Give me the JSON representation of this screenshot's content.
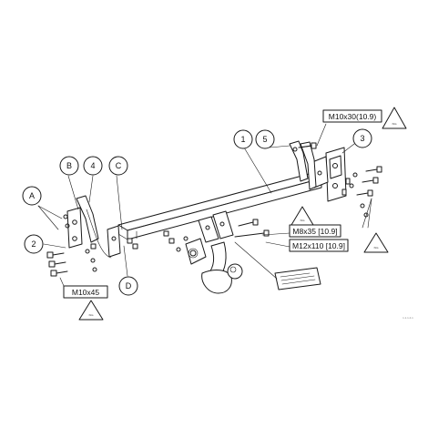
{
  "callouts": {
    "c1": "1",
    "c5": "5",
    "c3": "3",
    "cB": "B",
    "c4": "4",
    "cC": "C",
    "cA": "A",
    "c2": "2",
    "cD": "D"
  },
  "specs": {
    "top_right": "M10x30(10.9)",
    "mid_upper": "M8x35 [10.9]",
    "mid_lower": "M12x110 [10.9]",
    "bottom_left": "M10x45"
  },
  "torque_label": "Nm",
  "corner_code": "1.1.1.4.1"
}
